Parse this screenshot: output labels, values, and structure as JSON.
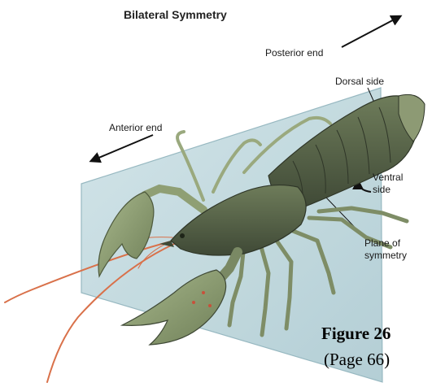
{
  "figure": {
    "title": "Bilateral Symmetry",
    "labels": {
      "posterior": "Posterior end",
      "dorsal": "Dorsal side",
      "anterior": "Anterior end",
      "ventral_line1": "Ventral",
      "ventral_line2": "side",
      "plane_line1": "Plane of",
      "plane_line2": "symmetry"
    },
    "caption": {
      "figure_number": "Figure 26",
      "page_ref": "(Page 66)"
    },
    "colors": {
      "plane": "#bcd7dd",
      "plane_edge": "#8fb3bc",
      "body_dark": "#55604a",
      "body_mid": "#7b8a66",
      "body_light": "#a9b58f",
      "antenna": "#d9714a"
    }
  }
}
